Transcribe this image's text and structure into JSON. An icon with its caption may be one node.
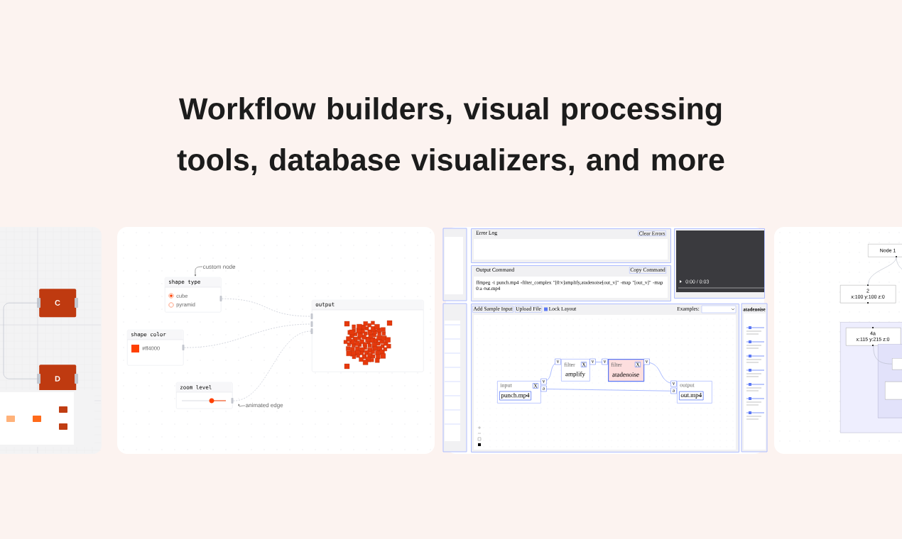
{
  "diagram": {
    "title": "Workflow builders, visual processing tools, database visualizers, and more",
    "nodes": [
      {
        "text": [
          "C"
        ]
      },
      {
        "text": [
          "D"
        ]
      },
      {
        "text": [
          "custom node"
        ]
      },
      {
        "text": [
          "shape type",
          "cube",
          "pyramid"
        ]
      },
      {
        "text": [
          "shape color",
          "#ff4000"
        ]
      },
      {
        "text": [
          "zoom level"
        ]
      },
      {
        "text": [
          "output"
        ]
      },
      {
        "text": [
          "animated edge"
        ]
      },
      {
        "text": [
          "Error Log"
        ]
      },
      {
        "text": [
          "Output Command",
          "ffmpeg -i punch.mp4 -filter_complex \"[0:v]amplify,atadenoise[out_v]\" -map \"[out_v]\" -map 0:a out.mp4"
        ]
      },
      {
        "text": [
          "0:00 / 0:03"
        ]
      },
      {
        "text": [],
        "shape": "box"
      },
      {
        "text": [
          "input",
          "X",
          "punch.mp4"
        ],
        "in": 11
      },
      {
        "text": [
          "filter",
          "X",
          "amplify"
        ],
        "in": 11
      },
      {
        "text": [
          "filter",
          "X",
          "atadenoise"
        ],
        "in": 11
      },
      {
        "text": [
          "output",
          "out.mp4"
        ],
        "in": 11
      },
      {
        "text": [
          "Node 1"
        ]
      },
      {
        "text": [
          "2",
          "x:100 y:100 z:0"
        ]
      },
      {
        "text": [],
        "shape": "box"
      },
      {
        "text": [
          "4a",
          "x:115 y:215 z:0"
        ],
        "in": 18
      },
      {
        "text": [],
        "shape": "box",
        "in": 18
      },
      {
        "text": [],
        "shape": "box",
        "in": 20
      },
      {
        "text": [],
        "shape": "box",
        "in": 20
      }
    ],
    "edges": [
      {
        "from": 0,
        "to": 1,
        "arrow": "none"
      },
      {
        "from": 2,
        "to": 3,
        "arrow": "to",
        "color": "#555555"
      },
      {
        "from": 3,
        "to": 6,
        "arrow": "none",
        "style": "dashed"
      },
      {
        "from": 4,
        "to": 6,
        "arrow": "none",
        "style": "dashed"
      },
      {
        "from": 5,
        "to": 6,
        "arrow": "none",
        "style": "dashed"
      },
      {
        "from": 7,
        "to": null,
        "arrow": "to",
        "color": "#555555"
      },
      {
        "from": 12,
        "to": 13,
        "arrow": "none",
        "color": "#6f8cff"
      },
      {
        "from": 13,
        "to": 14,
        "arrow": "none",
        "color": "#6f8cff"
      },
      {
        "from": 14,
        "to": 15,
        "arrow": "none",
        "color": "#6f8cff"
      },
      {
        "from": 12,
        "to": 15,
        "arrow": "none",
        "color": "#6f8cff"
      },
      {
        "from": 16,
        "to": 17,
        "arrow": "none"
      },
      {
        "from": 16,
        "to": null,
        "arrow": "none"
      },
      {
        "from": 19,
        "to": 21,
        "arrow": "none"
      }
    ],
    "labels": [
      "Clear Errors",
      "Copy Command",
      "Add Sample Input",
      "Upload File",
      "Lock Layout",
      "Examples:",
      "v",
      "a",
      "v",
      "v",
      "v",
      "v",
      "v",
      "a",
      "atadenoise"
    ]
  }
}
